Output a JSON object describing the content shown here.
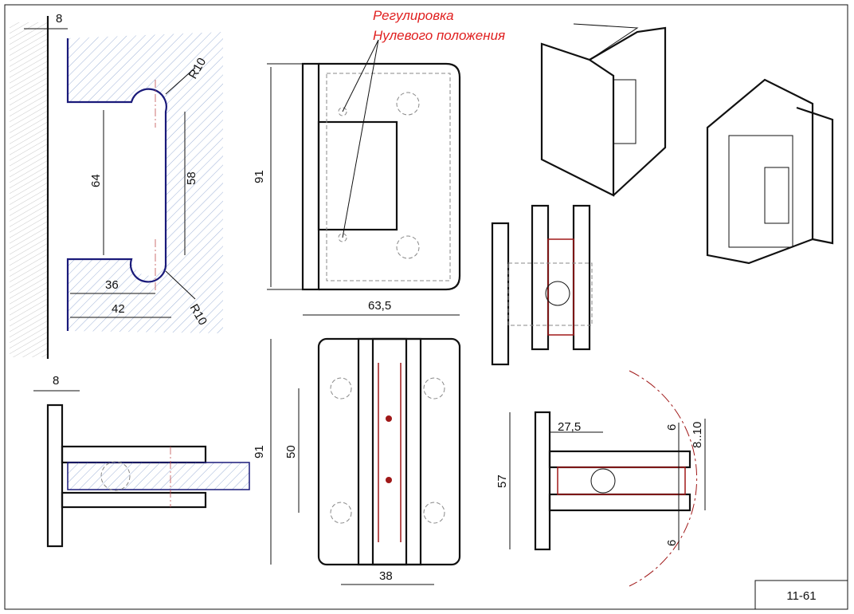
{
  "annotation": {
    "line1": "Регулировка",
    "line2": "Нулевого положения"
  },
  "title_block": {
    "code": "11-61"
  },
  "dimensions": {
    "profile": {
      "offset": "8",
      "radius_top": "R10",
      "height_outer": "64",
      "height_inner": "58",
      "depth_inner": "36",
      "depth_outer": "42",
      "radius_bottom": "R10"
    },
    "front": {
      "height": "91",
      "width": "63,5"
    },
    "top_left": {
      "offset": "8"
    },
    "back": {
      "height": "91",
      "hole_spacing_v": "50",
      "hole_spacing_h": "38"
    },
    "side_bottom": {
      "offset": "27,5",
      "gap_top": "6",
      "glass_range": "8..10",
      "gap_bottom": "6",
      "height": "57"
    }
  },
  "colors": {
    "annotation": "#e02020",
    "profile": "#1a1a7a",
    "hatch": "#9fb3d8",
    "center": "#a01818"
  }
}
